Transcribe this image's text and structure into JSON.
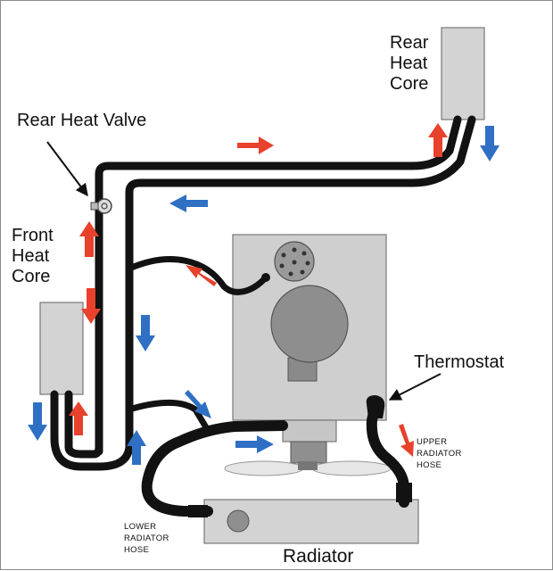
{
  "labels": {
    "rear_heat_core": [
      "Rear",
      "Heat",
      "Core"
    ],
    "rear_heat_valve": "Rear Heat Valve",
    "front_heat_core": [
      "Front",
      "Heat",
      "Core"
    ],
    "thermostat": "Thermostat",
    "upper_radiator_hose": [
      "UPPER",
      "RADIATOR",
      "HOSE"
    ],
    "lower_radiator_hose": [
      "LOWER",
      "RADIATOR",
      "HOSE"
    ],
    "radiator": "Radiator"
  },
  "colors": {
    "hose": "#121212",
    "hose_highlight": "#6a6a6a",
    "hot_arrow": "#e8412c",
    "cool_arrow": "#2f6fc4",
    "component_fill": "#d3d3d3",
    "engine_fill": "#cfcfcf",
    "fan_fill": "#e6e6e6"
  },
  "icons": {
    "flow_hot": "arrow-red",
    "flow_cool": "arrow-blue",
    "pointer": "black-arrow"
  }
}
